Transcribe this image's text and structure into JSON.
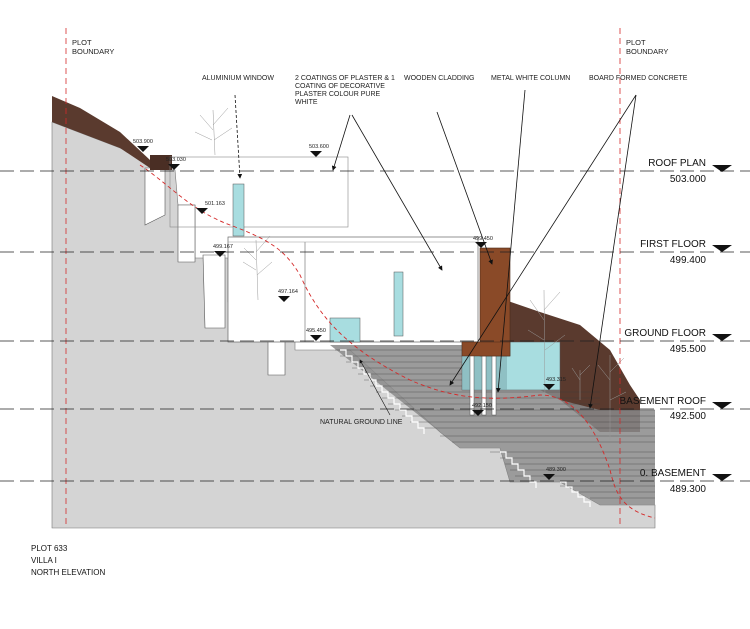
{
  "boundary": {
    "left": "PLOT\nBOUNDARY",
    "right": "PLOT\nBOUNDARY"
  },
  "annotations": {
    "aluminium_window": "ALUMINIUM WINDOW",
    "plaster": "2 COATINGS OF PLASTER & 1 COATING OF DECORATIVE PLASTER COLOUR PURE WHITE",
    "wooden_cladding": "WOODEN CLADDING",
    "metal_column": "METAL WHITE COLUMN",
    "board_concrete": "BOARD FORMED CONCRETE",
    "natural_ground": "NATURAL GROUND LINE"
  },
  "levels": [
    {
      "name": "ROOF PLAN",
      "value": "503.000"
    },
    {
      "name": "FIRST FLOOR",
      "value": "499.400"
    },
    {
      "name": "GROUND FLOOR",
      "value": "495.500"
    },
    {
      "name": "BASEMENT ROOF",
      "value": "492.500"
    },
    {
      "name": "0. BASEMENT",
      "value": "489.300"
    }
  ],
  "spot_levels": [
    "503.900",
    "503.030",
    "501.163",
    "499.167",
    "497.164",
    "495.450",
    "503.600",
    "499.450",
    "493.315",
    "492.150",
    "489.300"
  ],
  "caption": {
    "line1": "PLOT 633",
    "line2": "VILLA I",
    "line3": "NORTH ELEVATION"
  },
  "colors": {
    "ground": "#d4d4d4",
    "soil": "#5a3a2e",
    "wood": "#8a4a28",
    "glass": "#a8dde0",
    "boundary": "#d42a2a"
  }
}
